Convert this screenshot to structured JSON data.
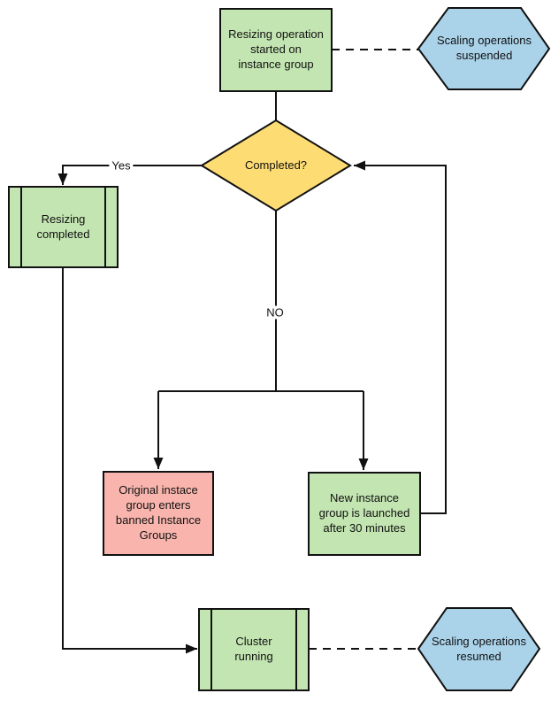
{
  "diagram": {
    "type": "flowchart",
    "colors": {
      "process_green": "#c3e5b1",
      "decision_yellow": "#fddc74",
      "hexagon_blue": "#aad3ea",
      "alert_pink": "#f9b5ad",
      "line": "#111111"
    },
    "nodes": {
      "start": {
        "label": "Resizing operation\nstarted on\ninstance group",
        "shape": "process"
      },
      "suspended": {
        "label": "Scaling operations\nsuspended",
        "shape": "hexagon"
      },
      "decision": {
        "label": "Completed?",
        "shape": "decision"
      },
      "resizing_completed": {
        "label": "Resizing\ncompleted",
        "shape": "predefined-process"
      },
      "banned": {
        "label": "Original instace\ngroup enters\nbanned Instance\nGroups",
        "shape": "process"
      },
      "new_group": {
        "label": "New instance\ngroup is launched\nafter 30 minutes",
        "shape": "process"
      },
      "cluster": {
        "label": "Cluster\nrunning",
        "shape": "predefined-process"
      },
      "resumed": {
        "label": "Scaling operations\nresumed",
        "shape": "hexagon"
      }
    },
    "edge_labels": {
      "yes": "Yes",
      "no": "NO"
    }
  }
}
